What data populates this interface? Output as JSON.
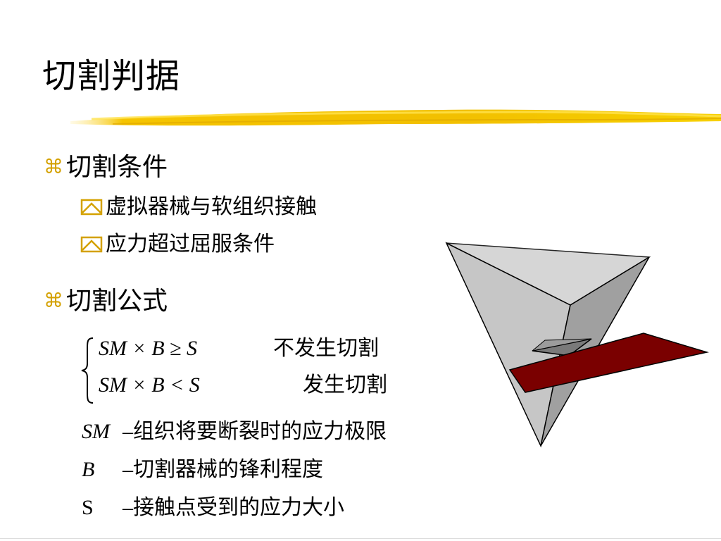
{
  "slide": {
    "title": "切割判据",
    "sections": [
      {
        "heading": "切割条件",
        "items": [
          "虚拟器械与软组织接触",
          "应力超过屈服条件"
        ]
      },
      {
        "heading": "切割公式"
      }
    ],
    "formula": {
      "line1": {
        "expr": "SM × B ≥ S",
        "text": "不发生切割"
      },
      "line2": {
        "expr": "SM × B < S",
        "text": "发生切割"
      }
    },
    "definitions": [
      {
        "symbol": "SM",
        "dash": "–",
        "text": "组织将要断裂时的应力极限"
      },
      {
        "symbol": "B",
        "dash": "–",
        "text": "切割器械的锋利程度"
      },
      {
        "symbol": "S",
        "dash": "–",
        "text": "接触点受到的应力大小"
      }
    ],
    "icons": {
      "level1_bullet": "command-icon",
      "level2_bullet": "checkbox-envelope-icon",
      "bullet1_glyph": "⌘",
      "bullet1_color": "#d4a100",
      "bullet2_color": "#d4a100"
    },
    "colors": {
      "brush": "#f2c400",
      "blade": "#7a0000",
      "pyramid_light": "#c4c4c4",
      "pyramid_dark": "#9a9a9a"
    }
  }
}
